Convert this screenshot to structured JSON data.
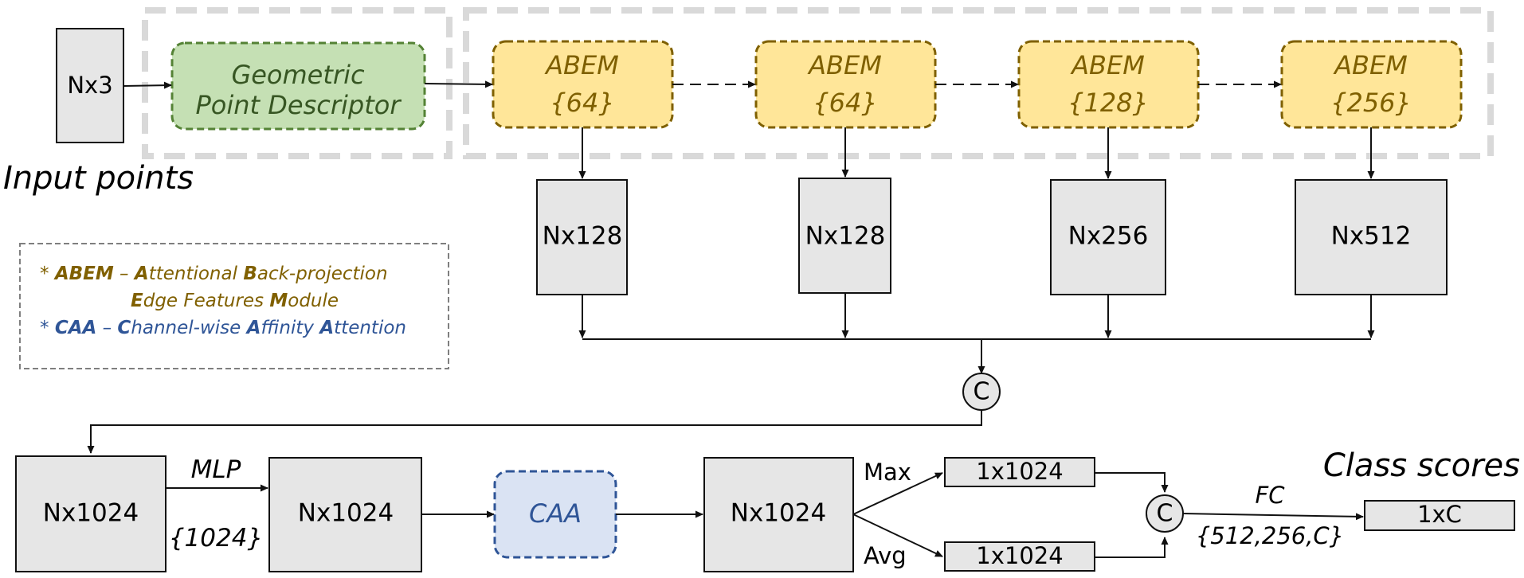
{
  "input": {
    "shape": "Nx3",
    "caption": "Input points"
  },
  "descriptor": {
    "line1": "Geometric",
    "line2": "Point Descriptor"
  },
  "abem_blocks": [
    {
      "name": "ABEM",
      "dim": "{64}"
    },
    {
      "name": "ABEM",
      "dim": "{64}"
    },
    {
      "name": "ABEM",
      "dim": "{128}"
    },
    {
      "name": "ABEM",
      "dim": "{256}"
    }
  ],
  "abem_outputs": [
    "Nx128",
    "Nx128",
    "Nx256",
    "Nx512"
  ],
  "concat_symbol": "C",
  "legend": {
    "abem_line1": {
      "star": "* ",
      "abbr": "ABEM",
      "dash": " – ",
      "w1_initial": "A",
      "w1_rest": "ttentional ",
      "w2_initial": "B",
      "w2_rest": "ack-projection"
    },
    "abem_line2": {
      "w1_initial": "E",
      "w1_rest": "dge Features ",
      "w2_initial": "M",
      "w2_rest": "odule"
    },
    "caa_line": {
      "star": "* ",
      "abbr": "CAA",
      "dash": " – ",
      "w1_initial": "C",
      "w1_rest": "hannel-wise ",
      "w2_initial": "A",
      "w2_rest": "ffinity ",
      "w3_initial": "A",
      "w3_rest": "ttention"
    }
  },
  "bottom": {
    "feat1": "Nx1024",
    "mlp_label": "MLP",
    "mlp_dim": "{1024}",
    "feat2": "Nx1024",
    "caa": "CAA",
    "feat3": "Nx1024",
    "max_label": "Max",
    "avg_label": "Avg",
    "max_out": "1x1024",
    "avg_out": "1x1024",
    "fc_label": "FC",
    "fc_dims": "{512,256,C}",
    "output_caption": "Class scores",
    "output": "1xC"
  },
  "colors": {
    "box_fill": "#e6e6e6",
    "green_fill": "#c5e0b4",
    "green_stroke": "#548235",
    "green_text": "#375623",
    "yellow_fill": "#ffe699",
    "yellow_stroke": "#7f6000",
    "yellow_text": "#7f6000",
    "blue_fill": "#dae3f3",
    "blue_stroke": "#2f5597",
    "blue_text": "#2f5597",
    "legend_gold": "#806000",
    "legend_blue": "#2f5597",
    "dashed_group": "#d9d9d9"
  }
}
